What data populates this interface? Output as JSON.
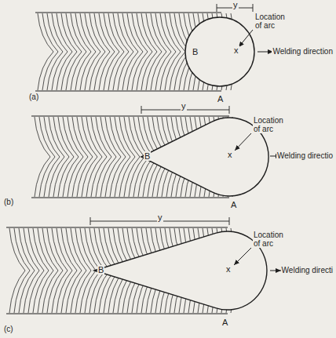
{
  "diagram": {
    "labels": [
      "y",
      "B",
      "x",
      "Location of arc",
      "Welding direction",
      "A",
      "(a)",
      "y",
      "B",
      "x",
      "Location of arc",
      "Welding directio",
      "A",
      "(b)",
      "y",
      "B",
      "x",
      "Location of arc",
      "Welding directi",
      "A",
      "(c)"
    ]
  }
}
